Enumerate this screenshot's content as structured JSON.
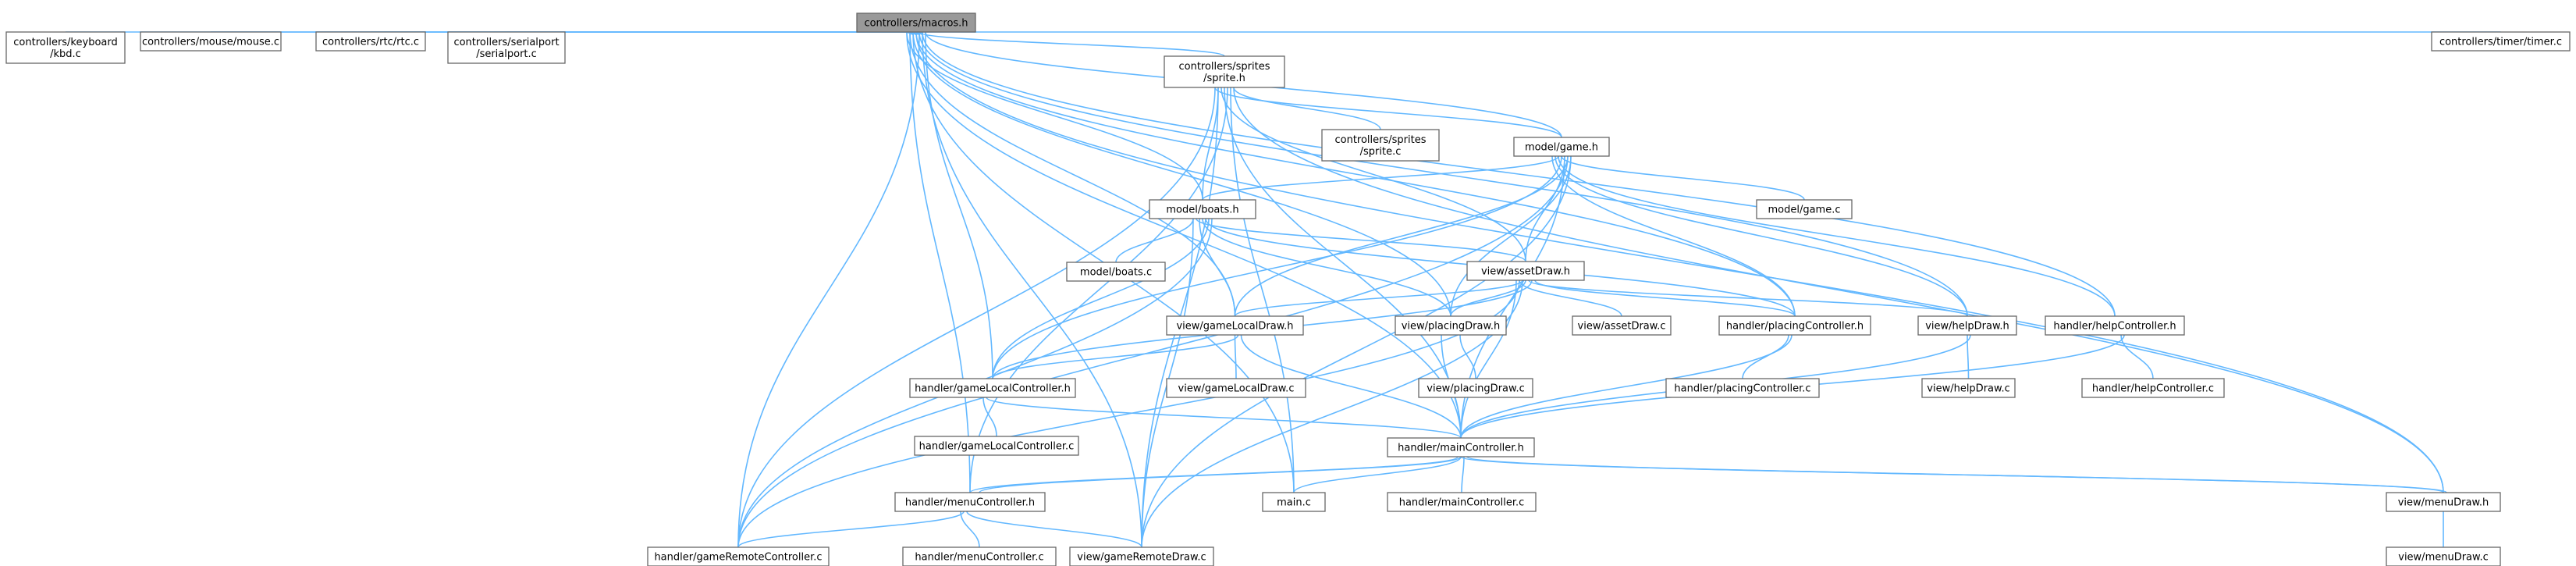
{
  "graph": {
    "edge_color": "#63b8ff",
    "root_fill": "#999999",
    "nodes": [
      {
        "id": "macros",
        "label": [
          "controllers/macros.h"
        ],
        "root": true
      },
      {
        "id": "kbd",
        "label": [
          "controllers/keyboard",
          "/kbd.c"
        ]
      },
      {
        "id": "mouse",
        "label": [
          "controllers/mouse/mouse.c"
        ]
      },
      {
        "id": "rtc",
        "label": [
          "controllers/rtc/rtc.c"
        ]
      },
      {
        "id": "serialport",
        "label": [
          "controllers/serialport",
          "/serialport.c"
        ]
      },
      {
        "id": "sprite_h",
        "label": [
          "controllers/sprites",
          "/sprite.h"
        ]
      },
      {
        "id": "timer",
        "label": [
          "controllers/timer/timer.c"
        ]
      },
      {
        "id": "sprite_c",
        "label": [
          "controllers/sprites",
          "/sprite.c"
        ]
      },
      {
        "id": "game_h",
        "label": [
          "model/game.h"
        ]
      },
      {
        "id": "boats_h",
        "label": [
          "model/boats.h"
        ]
      },
      {
        "id": "game_c",
        "label": [
          "model/game.c"
        ]
      },
      {
        "id": "boats_c",
        "label": [
          "model/boats.c"
        ]
      },
      {
        "id": "assetDraw_h",
        "label": [
          "view/assetDraw.h"
        ]
      },
      {
        "id": "gameLocalDraw_h",
        "label": [
          "view/gameLocalDraw.h"
        ]
      },
      {
        "id": "placingDraw_h",
        "label": [
          "view/placingDraw.h"
        ]
      },
      {
        "id": "assetDraw_c",
        "label": [
          "view/assetDraw.c"
        ]
      },
      {
        "id": "placingController_h",
        "label": [
          "handler/placingController.h"
        ]
      },
      {
        "id": "helpDraw_h",
        "label": [
          "view/helpDraw.h"
        ]
      },
      {
        "id": "helpController_h",
        "label": [
          "handler/helpController.h"
        ]
      },
      {
        "id": "gameLocalController_h",
        "label": [
          "handler/gameLocalController.h"
        ]
      },
      {
        "id": "gameLocalDraw_c",
        "label": [
          "view/gameLocalDraw.c"
        ]
      },
      {
        "id": "placingDraw_c",
        "label": [
          "view/placingDraw.c"
        ]
      },
      {
        "id": "placingController_c",
        "label": [
          "handler/placingController.c"
        ]
      },
      {
        "id": "helpDraw_c",
        "label": [
          "view/helpDraw.c"
        ]
      },
      {
        "id": "helpController_c",
        "label": [
          "handler/helpController.c"
        ]
      },
      {
        "id": "gameLocalController_c",
        "label": [
          "handler/gameLocalController.c"
        ]
      },
      {
        "id": "mainController_h",
        "label": [
          "handler/mainController.h"
        ]
      },
      {
        "id": "menuController_h",
        "label": [
          "handler/menuController.h"
        ]
      },
      {
        "id": "main_c",
        "label": [
          "main.c"
        ]
      },
      {
        "id": "mainController_c",
        "label": [
          "handler/mainController.c"
        ]
      },
      {
        "id": "menuDraw_h",
        "label": [
          "view/menuDraw.h"
        ]
      },
      {
        "id": "gameRemoteController_c",
        "label": [
          "handler/gameRemoteController.c"
        ]
      },
      {
        "id": "menuController_c",
        "label": [
          "handler/menuController.c"
        ]
      },
      {
        "id": "gameRemoteDraw_c",
        "label": [
          "view/gameRemoteDraw.c"
        ]
      },
      {
        "id": "menuDraw_c",
        "label": [
          "view/menuDraw.c"
        ]
      }
    ],
    "edges": [
      [
        "macros",
        "kbd"
      ],
      [
        "macros",
        "mouse"
      ],
      [
        "macros",
        "rtc"
      ],
      [
        "macros",
        "serialport"
      ],
      [
        "macros",
        "sprite_h"
      ],
      [
        "macros",
        "timer"
      ],
      [
        "macros",
        "game_h"
      ],
      [
        "macros",
        "boats_h"
      ],
      [
        "macros",
        "gameLocalDraw_h"
      ],
      [
        "macros",
        "placingDraw_h"
      ],
      [
        "macros",
        "placingController_h"
      ],
      [
        "macros",
        "helpDraw_h"
      ],
      [
        "macros",
        "helpController_h"
      ],
      [
        "macros",
        "gameLocalController_h"
      ],
      [
        "macros",
        "mainController_h"
      ],
      [
        "macros",
        "menuController_h"
      ],
      [
        "macros",
        "main_c"
      ],
      [
        "macros",
        "menuDraw_h"
      ],
      [
        "macros",
        "gameRemoteController_c"
      ],
      [
        "macros",
        "gameRemoteDraw_c"
      ],
      [
        "sprite_h",
        "sprite_c"
      ],
      [
        "sprite_h",
        "game_h"
      ],
      [
        "sprite_h",
        "boats_h"
      ],
      [
        "sprite_h",
        "assetDraw_h"
      ],
      [
        "sprite_h",
        "mainController_h"
      ],
      [
        "sprite_h",
        "menuController_h"
      ],
      [
        "sprite_h",
        "main_c"
      ],
      [
        "sprite_h",
        "menuDraw_h"
      ],
      [
        "sprite_h",
        "gameRemoteController_c"
      ],
      [
        "sprite_h",
        "gameRemoteDraw_c"
      ],
      [
        "game_h",
        "boats_h"
      ],
      [
        "game_h",
        "game_c"
      ],
      [
        "game_h",
        "assetDraw_h"
      ],
      [
        "game_h",
        "gameLocalDraw_h"
      ],
      [
        "game_h",
        "placingDraw_h"
      ],
      [
        "game_h",
        "placingController_h"
      ],
      [
        "game_h",
        "helpDraw_h"
      ],
      [
        "game_h",
        "helpController_h"
      ],
      [
        "game_h",
        "gameLocalController_h"
      ],
      [
        "game_h",
        "mainController_h"
      ],
      [
        "game_h",
        "gameRemoteController_c"
      ],
      [
        "game_h",
        "gameRemoteDraw_c"
      ],
      [
        "boats_h",
        "boats_c"
      ],
      [
        "boats_h",
        "assetDraw_h"
      ],
      [
        "boats_h",
        "gameLocalDraw_h"
      ],
      [
        "boats_h",
        "placingDraw_h"
      ],
      [
        "boats_h",
        "placingController_h"
      ],
      [
        "boats_h",
        "gameLocalController_h"
      ],
      [
        "boats_h",
        "gameRemoteController_c"
      ],
      [
        "boats_h",
        "gameRemoteDraw_c"
      ],
      [
        "assetDraw_h",
        "assetDraw_c"
      ],
      [
        "assetDraw_h",
        "gameLocalDraw_h"
      ],
      [
        "assetDraw_h",
        "placingDraw_h"
      ],
      [
        "assetDraw_h",
        "helpDraw_h"
      ],
      [
        "assetDraw_h",
        "gameLocalController_h"
      ],
      [
        "assetDraw_h",
        "placingController_h"
      ],
      [
        "assetDraw_h",
        "mainController_h"
      ],
      [
        "assetDraw_h",
        "gameRemoteController_c"
      ],
      [
        "assetDraw_h",
        "gameRemoteDraw_c"
      ],
      [
        "gameLocalDraw_h",
        "gameLocalDraw_c"
      ],
      [
        "gameLocalDraw_h",
        "gameLocalController_h"
      ],
      [
        "gameLocalDraw_h",
        "mainController_h"
      ],
      [
        "placingDraw_h",
        "placingDraw_c"
      ],
      [
        "placingDraw_h",
        "mainController_h"
      ],
      [
        "placingController_h",
        "placingController_c"
      ],
      [
        "placingController_h",
        "mainController_h"
      ],
      [
        "helpDraw_h",
        "helpDraw_c"
      ],
      [
        "helpDraw_h",
        "mainController_h"
      ],
      [
        "helpController_h",
        "helpController_c"
      ],
      [
        "helpController_h",
        "mainController_h"
      ],
      [
        "gameLocalController_h",
        "gameLocalController_c"
      ],
      [
        "gameLocalController_h",
        "mainController_h"
      ],
      [
        "mainController_h",
        "menuController_h"
      ],
      [
        "mainController_h",
        "main_c"
      ],
      [
        "mainController_h",
        "mainController_c"
      ],
      [
        "mainController_h",
        "menuDraw_h"
      ],
      [
        "menuController_h",
        "mainController_h"
      ],
      [
        "menuController_h",
        "menuController_c"
      ],
      [
        "menuController_h",
        "gameRemoteController_c"
      ],
      [
        "menuController_h",
        "gameRemoteDraw_c"
      ],
      [
        "menuDraw_h",
        "menuDraw_c"
      ],
      [
        "menuDraw_h",
        "mainController_h"
      ]
    ]
  }
}
